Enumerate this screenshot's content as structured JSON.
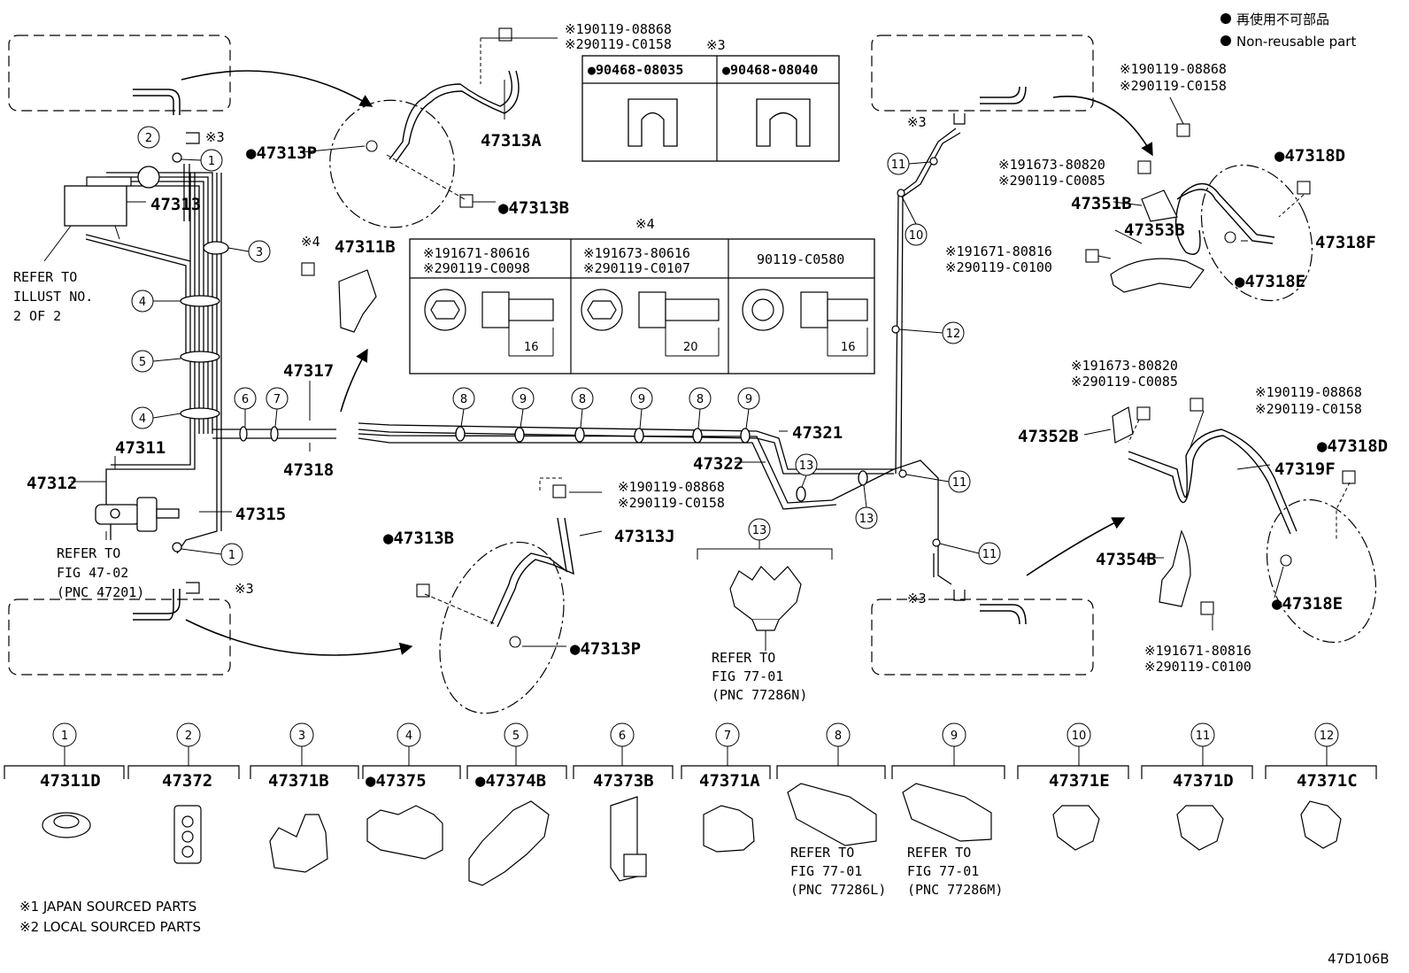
{
  "legend": {
    "jp": "再使用不可部品",
    "en": "Non-reusable part"
  },
  "drawing_code": "47D106B",
  "notes": [
    "※1 JAPAN SOURCED PARTS",
    "※2 LOCAL SOURCED PARTS"
  ],
  "refs": {
    "illust": [
      "REFER TO",
      "ILLUST NO.",
      "2 OF 2"
    ],
    "fig4702": [
      "REFER TO",
      "FIG 47-02",
      "(PNC 47201)"
    ],
    "fig7701n": [
      "REFER TO",
      "FIG 77-01",
      "(PNC 77286N)"
    ],
    "fig7701l": [
      "REFER TO",
      "FIG 77-01",
      "(PNC 77286L)"
    ],
    "fig7701m": [
      "REFER TO",
      "FIG 77-01",
      "(PNC 77286M)"
    ]
  },
  "table_clip": {
    "note": "※3",
    "cols": [
      "●90468-08035",
      "●90468-08040"
    ]
  },
  "table_bolt": {
    "note": "※4",
    "cols": [
      {
        "l1": "※191671-80616",
        "l2": "※290119-C0098",
        "dim": "16"
      },
      {
        "l1": "※191673-80616",
        "l2": "※290119-C0107",
        "dim": "20"
      },
      {
        "l1": "90119-C0580",
        "l2": "",
        "dim": "16"
      }
    ]
  },
  "parts": {
    "p47313P_top": "●47313P",
    "p47313A": "47313A",
    "p47313B_top": "●47313B",
    "p47313": "47313",
    "p47311B": "47311B",
    "p47317": "47317",
    "p47318": "47318",
    "p47311": "47311",
    "p47312": "47312",
    "p47315": "47315",
    "p47321": "47321",
    "p47322": "47322",
    "p47313B_bot": "●47313B",
    "p47313J": "47313J",
    "p47313P_bot": "●47313P",
    "p47318D_top": "●47318D",
    "p47351B": "47351B",
    "p47353B": "47353B",
    "p47318F": "47318F",
    "p47318E_top": "●47318E",
    "p47352B": "47352B",
    "p47318D_bot": "●47318D",
    "p47319F": "47319F",
    "p47354B": "47354B",
    "p47318E_bot": "●47318E",
    "n3": "※3",
    "n4": "※4"
  },
  "codes": {
    "top_a1": "※190119-08868",
    "top_a2": "※290119-C0158",
    "top_a3": "※3",
    "mid_a1": "※190119-08868",
    "mid_a2": "※290119-C0158",
    "r_a1": "※190119-08868",
    "r_a2": "※290119-C0158",
    "r_b1": "※191673-80820",
    "r_b2": "※290119-C0085",
    "r_c1": "※191671-80816",
    "r_c2": "※290119-C0100",
    "r2_b1": "※191673-80820",
    "r2_b2": "※290119-C0085",
    "r2_a1": "※190119-08868",
    "r2_a2": "※290119-C0158",
    "r2_c1": "※191671-80816",
    "r2_c2": "※290119-C0100"
  },
  "bottom_parts": [
    {
      "n": "1",
      "pn": "47311D"
    },
    {
      "n": "2",
      "pn": "47372"
    },
    {
      "n": "3",
      "pn": "47371B"
    },
    {
      "n": "4",
      "pn": "●47375"
    },
    {
      "n": "5",
      "pn": "●47374B"
    },
    {
      "n": "6",
      "pn": "47373B"
    },
    {
      "n": "7",
      "pn": "47371A"
    },
    {
      "n": "8",
      "pn": ""
    },
    {
      "n": "9",
      "pn": ""
    },
    {
      "n": "10",
      "pn": "47371E"
    },
    {
      "n": "11",
      "pn": "47371D"
    },
    {
      "n": "12",
      "pn": "47371C"
    }
  ],
  "callouts": {
    "c1": "1",
    "c2": "2",
    "c3": "3",
    "c4": "4",
    "c5": "5",
    "c6": "6",
    "c7": "7",
    "c8": "8",
    "c9": "9",
    "c10": "10",
    "c11": "11",
    "c12": "12",
    "c13": "13"
  }
}
